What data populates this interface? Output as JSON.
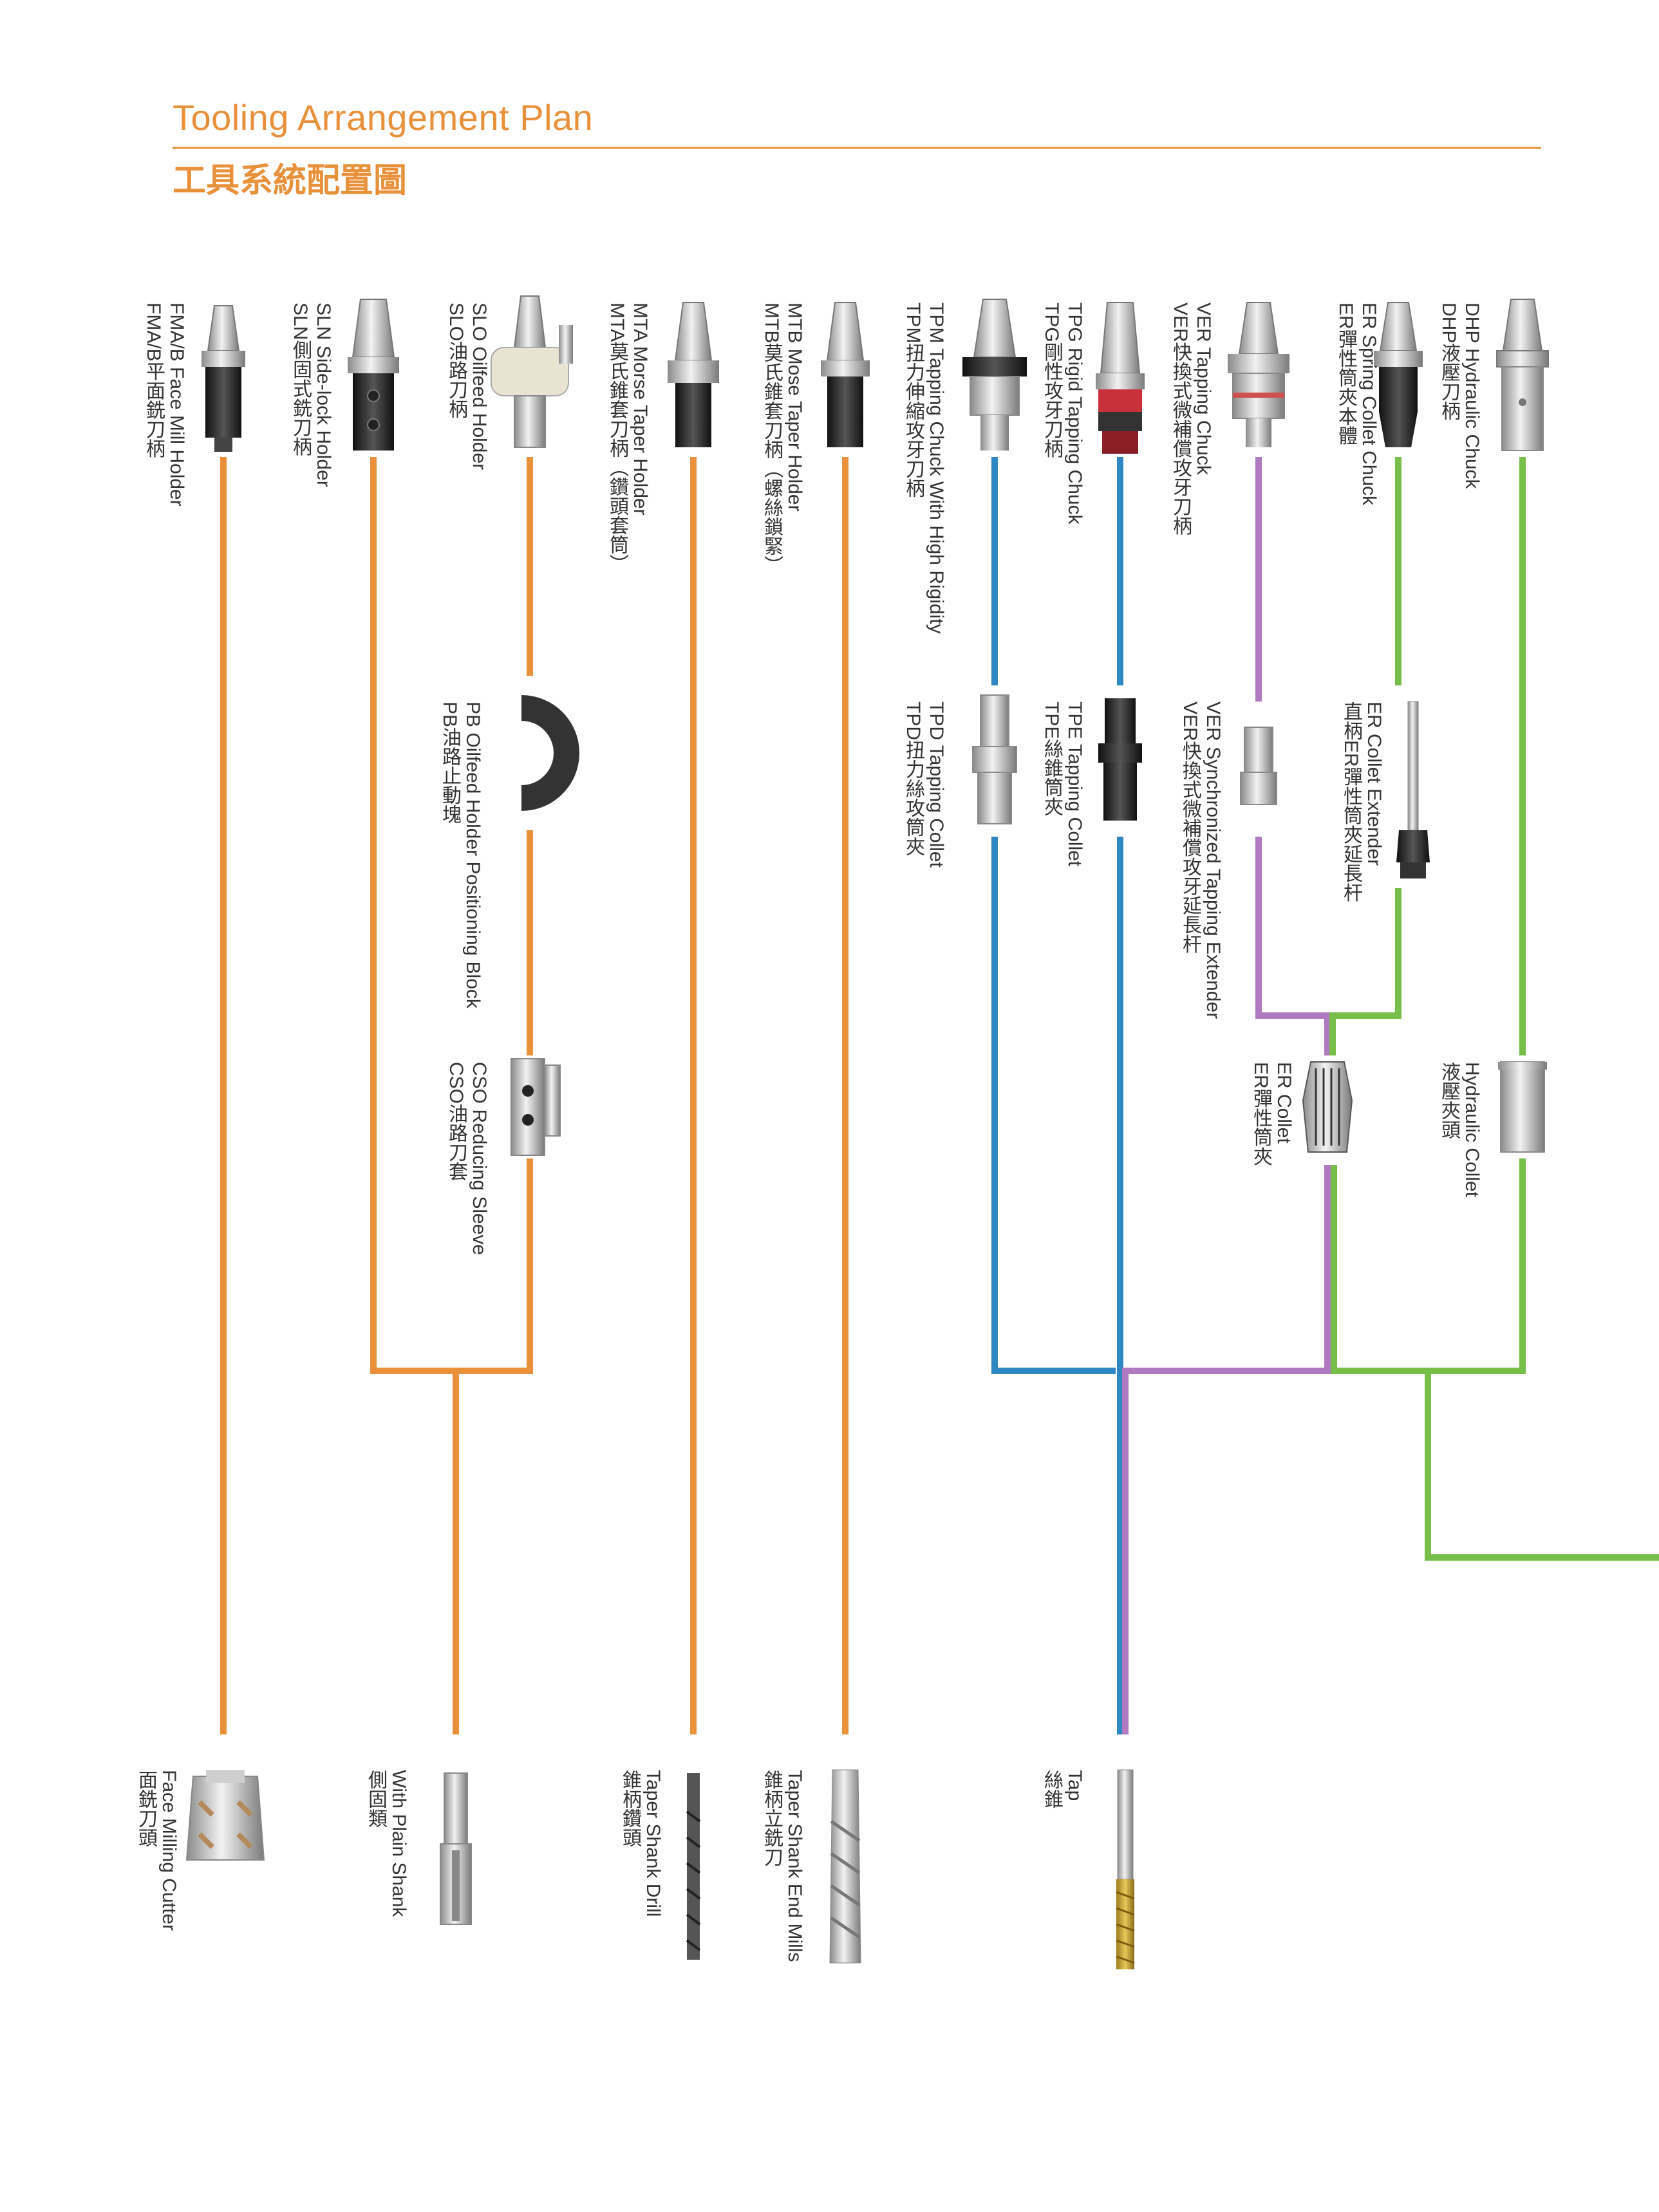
{
  "header": {
    "title_en": "Tooling Arrangement Plan",
    "title_zh": "工具系統配置圖"
  },
  "colors": {
    "orange": "#e8913a",
    "blue": "#2f87c4",
    "purple": "#b07ac0",
    "green": "#78bf4a",
    "text": "#333333"
  },
  "holders": [
    {
      "id": "dhp",
      "en": "DHP Hydraulic Chuck",
      "zh": "DHP液壓刀柄"
    },
    {
      "id": "er",
      "en": "ER Spring Collet Chuck",
      "zh": "ER彈性筒夾本體"
    },
    {
      "id": "ver",
      "en": "VER Tapping Chuck",
      "zh": "VER快換式微補償攻牙刀柄"
    },
    {
      "id": "tpg",
      "en": "TPG Rigid Tapping Chuck",
      "zh": "TPG剛性攻牙刀柄"
    },
    {
      "id": "tpm",
      "en": "TPM Tapping Chuck With High Rigidity",
      "zh": "TPM扭力伸縮攻牙刀柄"
    },
    {
      "id": "mtb",
      "en": "MTB Mose Taper Holder",
      "zh": "MTB莫氏錐套刀柄（螺絲鎖緊）"
    },
    {
      "id": "mta",
      "en": "MTA Morse Taper Holder",
      "zh": "MTA莫氏錐套刀柄（鑽頭套筒）"
    },
    {
      "id": "slo",
      "en": "SLO Oilfeed Holder",
      "zh": "SLO油路刀柄"
    },
    {
      "id": "sln",
      "en": "SLN Side-lock Holder",
      "zh": "SLN側固式銑刀柄"
    },
    {
      "id": "fma",
      "en": "FMA/B Face Mill Holder",
      "zh": "FMA/B平面銑刀柄"
    }
  ],
  "middle": [
    {
      "id": "er-ext",
      "en": "ER Collet Extender",
      "zh": "直柄ER彈性筒夾延長杆"
    },
    {
      "id": "ver-ext",
      "en": "VER Synchronized Tapping Extender",
      "zh": "VER快換式微補償攻牙延長杆"
    },
    {
      "id": "tpe",
      "en": "TPE Tapping Collet",
      "zh": "TPE絲錐筒夾"
    },
    {
      "id": "tpd",
      "en": "TPD Tapping Collet",
      "zh": "TPD扭力絲攻筒夾"
    },
    {
      "id": "pb",
      "en": "PB Oilfeed Holder Positioning Block",
      "zh": "PB油路止動塊"
    },
    {
      "id": "hyd-collet",
      "en": "Hydraulic Collet",
      "zh": "液壓夾頭"
    },
    {
      "id": "er-collet",
      "en": "ER Collet",
      "zh": "ER彈性筒夾"
    },
    {
      "id": "cso",
      "en": "CSO Reducing Sleeve",
      "zh": "CSO油路刀套"
    }
  ],
  "tools": [
    {
      "id": "tap",
      "en": "Tap",
      "zh": "絲錐"
    },
    {
      "id": "end-mill",
      "en": "Taper Shank End Mills",
      "zh": "錐柄立銑刀"
    },
    {
      "id": "drill",
      "en": "Taper Shank Drill",
      "zh": "錐柄鑽頭"
    },
    {
      "id": "plain",
      "en": "With Plain Shank",
      "zh": "側固類"
    },
    {
      "id": "face",
      "en": "Face Milling Cutter",
      "zh": "面銑刀頭"
    }
  ]
}
